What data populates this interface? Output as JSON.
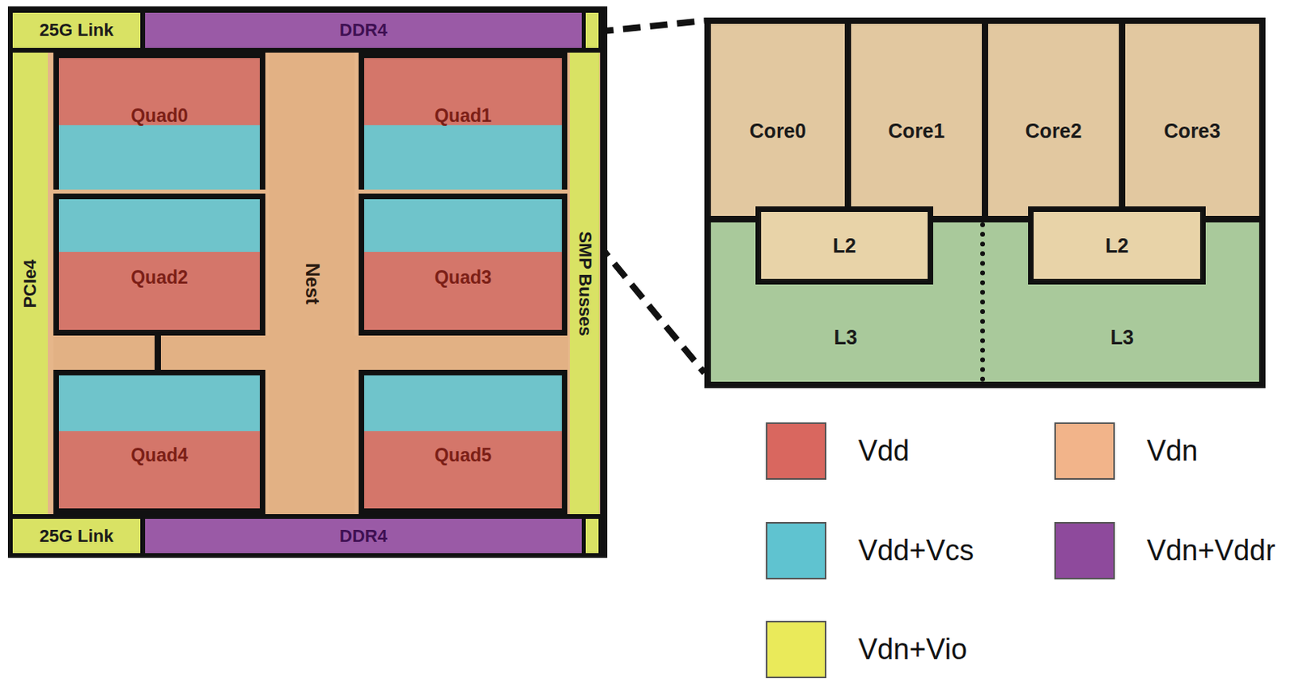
{
  "diagram": {
    "nodes": [
      {
        "text": [
          "25G Link"
        ]
      },
      {
        "text": [
          "DDR4"
        ]
      },
      {
        "text": [
          "PCIe4"
        ]
      },
      {
        "text": [
          "Quad0"
        ]
      },
      {
        "text": [
          "Quad1"
        ]
      },
      {
        "text": [
          "Quad2"
        ]
      },
      {
        "text": [
          "Quad3"
        ]
      },
      {
        "text": [
          "Nest"
        ]
      },
      {
        "text": [
          "SMP Busses"
        ]
      },
      {
        "text": [
          "Quad4"
        ]
      },
      {
        "text": [
          "Quad5"
        ]
      },
      {
        "text": [
          "25G Link"
        ]
      },
      {
        "text": [
          "DDR4"
        ]
      },
      {
        "text": [
          "Core0"
        ]
      },
      {
        "text": [
          "Core1"
        ]
      },
      {
        "text": [
          "Core2"
        ]
      },
      {
        "text": [
          "Core3"
        ]
      },
      {
        "text": [
          "L2"
        ]
      },
      {
        "text": [
          "L2"
        ]
      },
      {
        "text": [
          "L3"
        ]
      },
      {
        "text": [
          "L3"
        ]
      }
    ],
    "legend": [
      {
        "text": "Vdd",
        "color": "#d9675f"
      },
      {
        "text": "Vdn",
        "color": "#f2b48a"
      },
      {
        "text": "Vdd+Vcs",
        "color": "#5fc3d0"
      },
      {
        "text": "Vdn+Vddr",
        "color": "#8e4a9c"
      },
      {
        "text": "Vdn+Vio",
        "color": "#eaea5a"
      }
    ]
  }
}
